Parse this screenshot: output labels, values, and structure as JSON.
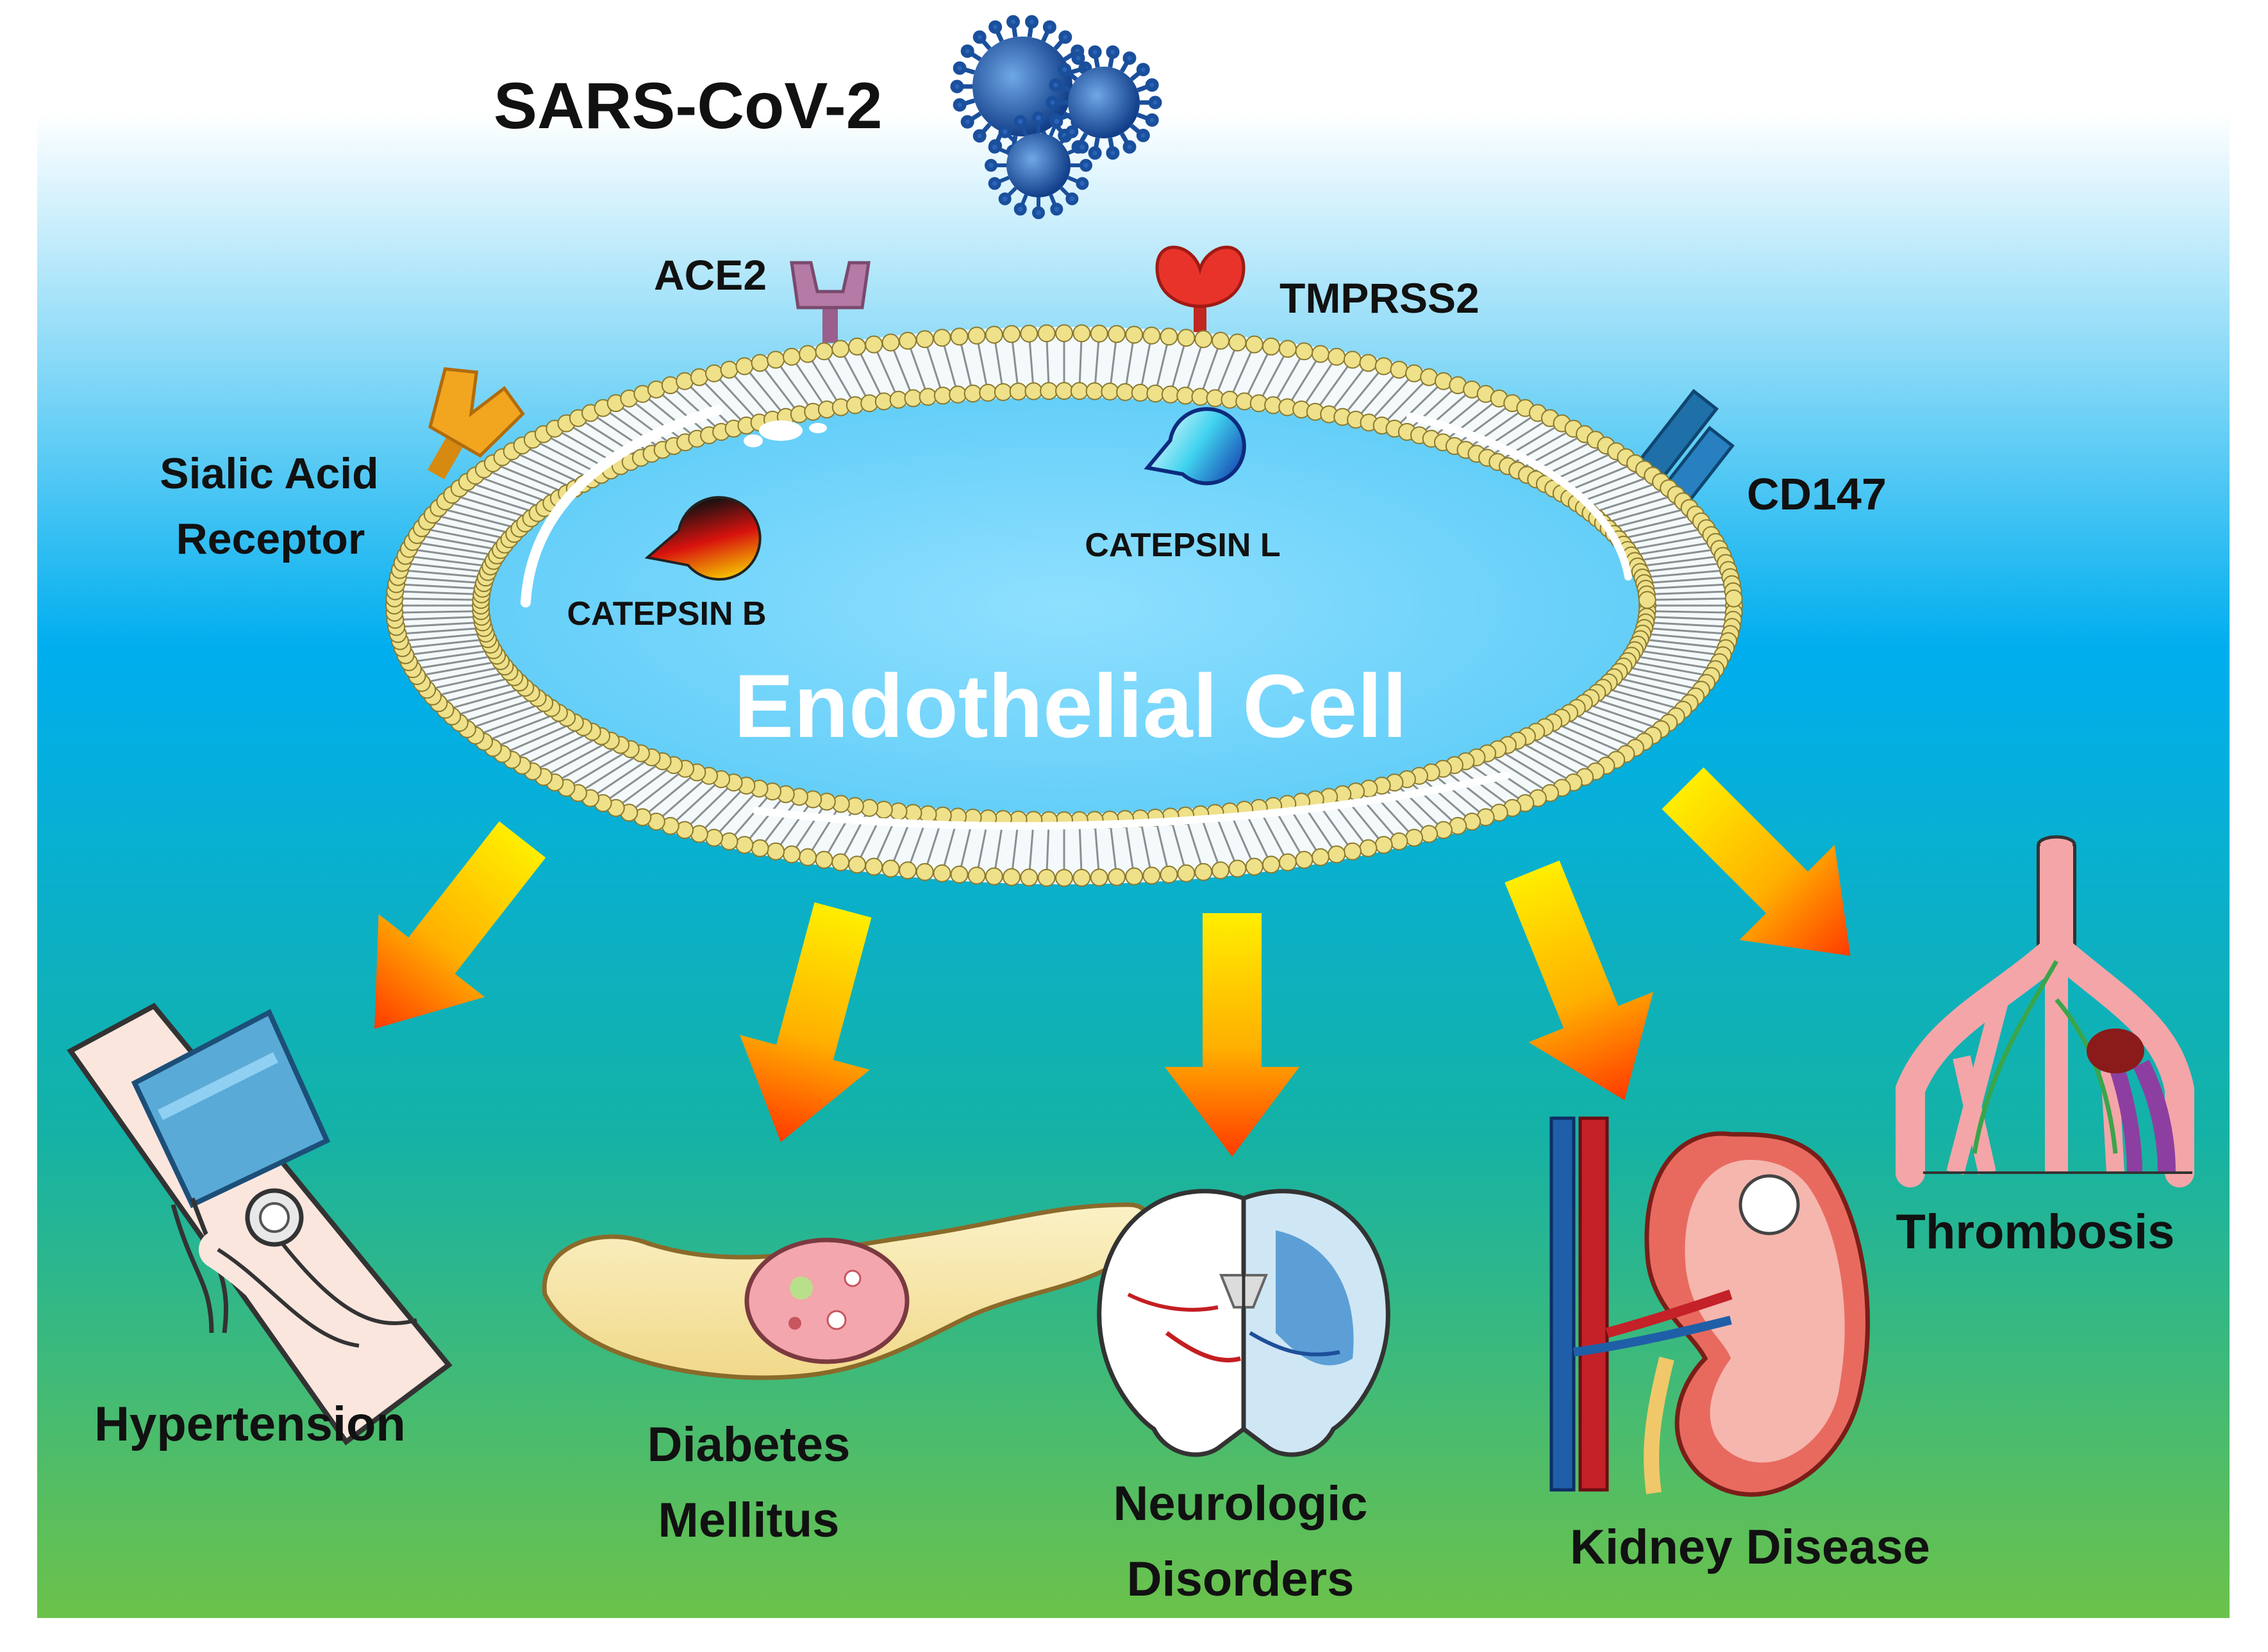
{
  "title": "SARS-CoV-2",
  "cell": {
    "label": "Endothelial Cell"
  },
  "receptors": {
    "ace2": "ACE2",
    "tmprss2": "TMPRSS2",
    "sialic_line1": "Sialic Acid",
    "sialic_line2": "Receptor",
    "cd147": "CD147"
  },
  "enzymes": {
    "catepsin_b": "CATEPSIN B",
    "catepsin_l": "CATEPSIN L"
  },
  "outcomes": {
    "hypertension": "Hypertension",
    "diabetes_line1": "Diabetes",
    "diabetes_line2": "Mellitus",
    "neuro_line1": "Neurologic",
    "neuro_line2": "Disorders",
    "kidney": "Kidney Disease",
    "thrombosis": "Thrombosis"
  },
  "colors": {
    "sky_top": "#ffffff",
    "sky_blue": "#00aeef",
    "ground_green": "#6cc24a",
    "membrane_head": "#efe08a",
    "cell_interior": "#74d6ff",
    "ace2": "#b57aa6",
    "tmprss2": "#e8332a",
    "sialic": "#f2a51f",
    "cd147": "#1f6fa8"
  }
}
